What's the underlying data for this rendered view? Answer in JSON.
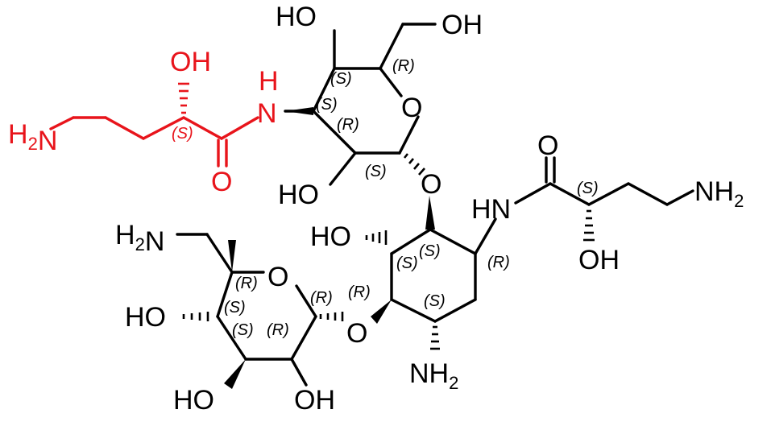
{
  "colors": {
    "default": "#000000",
    "highlight": "#e8141b"
  },
  "atoms": {
    "ho_top": "HO",
    "oh_top": "OH",
    "oh_red": "OH",
    "h_nh_red": "H",
    "n_nh_red": "N",
    "o_ring_top": "O",
    "h2n_red": "H2N",
    "o_carbonyl_red": "O",
    "ho_left_top_ring": "HO",
    "o_glycosidic_top": "O",
    "o_carbonyl_right": "O",
    "hn_right": "HN",
    "nh2_right": "NH2",
    "h2n_left": "H2N",
    "o_ring_bottom": "O",
    "ho_center": "HO",
    "oh_right": "OH",
    "ho_bottom_left": "HO",
    "o_glycosidic_bottom": "O",
    "nh2_bottom": "NH2",
    "ho_bottom_1": "HO",
    "oh_bottom_2": "OH"
  },
  "stereo_labels": {
    "r_top": "(R)",
    "s_top_1": "(S)",
    "s_top_2": "(S)",
    "r_top_ring": "(R)",
    "s_red": "(S)",
    "s_anomeric_top": "(S)",
    "s_right_chain": "(S)",
    "s_center_1": "(S)",
    "s_center_2": "(S)",
    "r_center": "(R)",
    "r_bottom_ring_1": "(R)",
    "r_anomeric_bottom": "(R)",
    "r_bottom_ring_2": "(R)",
    "s_center_3": "(S)",
    "s_bottom_ring_1": "(S)",
    "s_bottom_ring_2": "(S)",
    "r_bottom_ring_3": "(R)"
  }
}
